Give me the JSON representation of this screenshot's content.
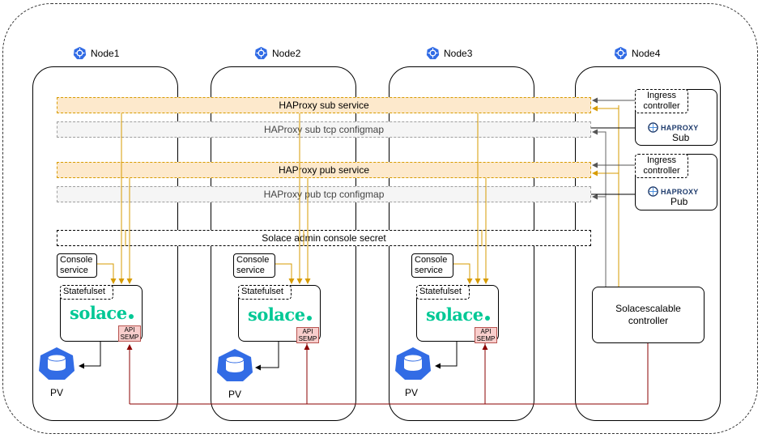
{
  "nodes": [
    {
      "label": "Node1"
    },
    {
      "label": "Node2"
    },
    {
      "label": "Node3"
    },
    {
      "label": "Node4"
    }
  ],
  "bands": {
    "sub_service": "HAProxy sub service",
    "sub_configmap": "HAProxy sub tcp configmap",
    "pub_service": "HAProxy pub service",
    "pub_configmap": "HAProxy pub tcp configmap",
    "console_secret": "Solace admin console secret"
  },
  "broker": {
    "console_service": "Console\nservice",
    "statefulset": "Statefulset",
    "solace_logo": "solace",
    "semp": "API\nSEMP",
    "pv": "PV"
  },
  "node4": {
    "ingress_sub": "Ingress\ncontroller",
    "ingress_pub": "Ingress\ncontroller",
    "haproxy_logo": "HAPROXY",
    "haproxy_sub": "Sub",
    "haproxy_pub": "Pub",
    "controller": "Solacescalable\ncontroller"
  },
  "colors": {
    "service_fill": "#fde9cc",
    "service_stroke": "#d79b00",
    "configmap_fill": "#f5f5f5",
    "semp_fill": "#f8cecc",
    "semp_line": "#8b0000",
    "kubernetes_blue": "#326ce5",
    "solace_green": "#00c895",
    "haproxy_navy": "#1f3c6d"
  }
}
